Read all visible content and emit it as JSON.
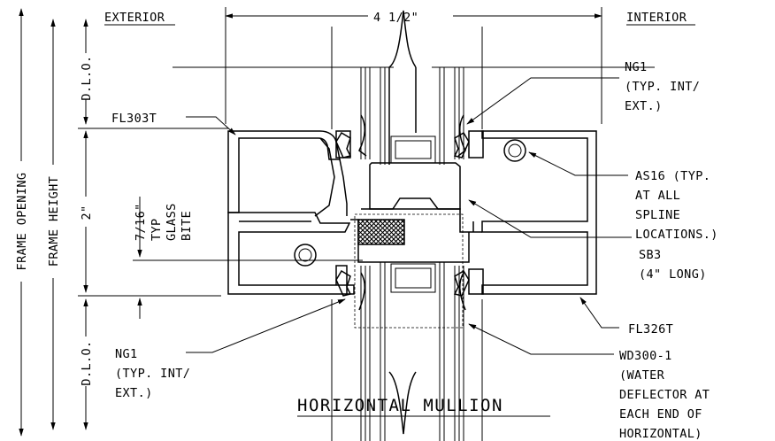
{
  "title": "HORIZONTAL MULLION",
  "side_labels": {
    "exterior": "EXTERIOR",
    "interior": "INTERIOR"
  },
  "dimensions": {
    "overall_width": "4 1/2\"",
    "mullion_height": "2\"",
    "glass_bite_1": "7/16\"",
    "glass_bite_2": "TYP",
    "glass_bite_3": "GLASS",
    "glass_bite_4": "BITE",
    "dlo_top": "D.L.O.",
    "dlo_bottom": "D.L.O.",
    "frame_opening": "FRAME OPENING",
    "frame_height": "FRAME HEIGHT"
  },
  "callouts": {
    "fl303t": "FL303T",
    "ng1_top": [
      "NG1",
      "(TYP. INT/",
      "EXT.)"
    ],
    "as16": [
      "AS16 (TYP.",
      "AT ALL",
      "SPLINE",
      "LOCATIONS.)"
    ],
    "sb3": [
      "SB3",
      "(4\" LONG)"
    ],
    "fl326t": "FL326T",
    "ng1_bottom": [
      "NG1",
      "(TYP. INT/",
      "EXT.)"
    ],
    "wd300": [
      "WD300-1",
      "(WATER",
      "DEFLECTOR AT",
      "EACH END OF",
      "HORIZONTAL)"
    ]
  }
}
